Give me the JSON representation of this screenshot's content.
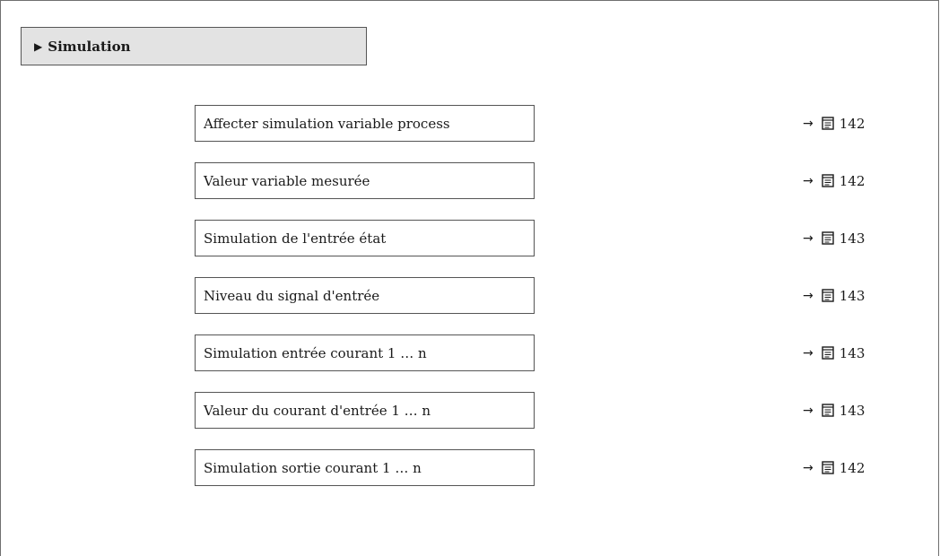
{
  "section": {
    "label": "Simulation",
    "marker": "▶"
  },
  "rows": [
    {
      "label": "Affecter simulation variable process",
      "page": "142"
    },
    {
      "label": "Valeur variable mesurée",
      "page": "142"
    },
    {
      "label": "Simulation de l'entrée état",
      "page": "143"
    },
    {
      "label": "Niveau du signal d'entrée",
      "page": "143"
    },
    {
      "label": "Simulation entrée courant 1 … n",
      "page": "143"
    },
    {
      "label": "Valeur du courant d'entrée 1 … n",
      "page": "143"
    },
    {
      "label": "Simulation sortie courant 1 … n",
      "page": "142"
    }
  ],
  "icons": {
    "arrow": "arrow-right-icon",
    "book": "book-icon"
  }
}
